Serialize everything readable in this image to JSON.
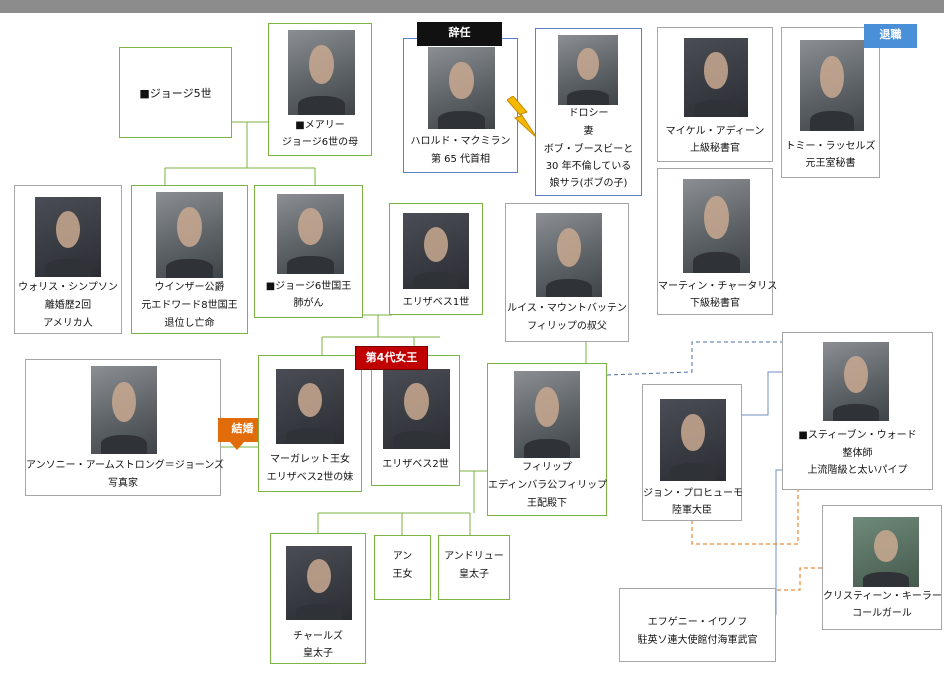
{
  "tags": {
    "resigned": "辞任",
    "queen4": "第4代女王",
    "retired": "退職",
    "married": "結婚"
  },
  "people": {
    "george5": {
      "line1": "■ジョージ5世"
    },
    "mary": {
      "line1": "■メアリー",
      "line2": "ジョージ6世の母"
    },
    "macmillan": {
      "line1": "ハロルド・マクミラン",
      "line2": "第 65 代首相"
    },
    "dorothy": {
      "line1": "ドロシー",
      "line2": "妻",
      "line3": "ボブ・ブースビーと",
      "line4": "30 年不倫している",
      "line5": "娘サラ(ボブの子)"
    },
    "adeane": {
      "line1": "マイケル・アディーン",
      "line2": "上級秘書官"
    },
    "lascelles": {
      "line1": "トミー・ラッセルズ",
      "line2": "元王室秘書"
    },
    "simpson": {
      "line1": "ウォリス・シンプソン",
      "line2": "離婚歴2回",
      "line3": "アメリカ人"
    },
    "windsor": {
      "line1": "ウインザー公爵",
      "line2": "元エドワード8世国王",
      "line3": "退位し亡命"
    },
    "george6": {
      "line1": "■ジョージ6世国王",
      "line2": "肺がん"
    },
    "elizabeth1": {
      "line1": "エリザベス1世"
    },
    "mountbatten": {
      "line1": "ルイス・マウントバッテン",
      "line2": "フィリップの叔父"
    },
    "charteris": {
      "line1": "マーティン・チャータリス",
      "line2": "下級秘書官"
    },
    "armstrong": {
      "line1": "アンソニー・アームストロング＝ジョーンズ",
      "line2": "写真家"
    },
    "margaret": {
      "line1": "マーガレット王女",
      "line2": "エリザベス2世の妹"
    },
    "elizabeth2": {
      "line1": "エリザベス2世"
    },
    "philip": {
      "line1": "フィリップ",
      "line2": "エディンバラ公フィリップ",
      "line3": "王配殿下"
    },
    "profumo": {
      "line1": "ジョン・プロヒューモ",
      "line2": "陸軍大臣"
    },
    "ward": {
      "line1": "■スティーブン・ウォード",
      "line2": "整体師",
      "line3": "上流階級と太いパイプ"
    },
    "keeler": {
      "line1": "クリスティーン・キーラー",
      "line2": "コールガール"
    },
    "ivanov": {
      "line1": "エフゲニー・イワノフ",
      "line2": "駐英ソ連大使館付海軍武官"
    },
    "charles": {
      "line1": "チャールズ",
      "line2": "皇太子"
    },
    "anne": {
      "line1": "アン",
      "line2": "王女"
    },
    "andrew": {
      "line1": "アンドリュー",
      "line2": "皇太子"
    }
  },
  "colors": {
    "green_border": "#7cb342",
    "gray_border": "#a6a6a6",
    "blue_border": "#5b7fc8",
    "dashed_blue": "#4a6fa5",
    "dashed_orange": "#e36c0a",
    "lightning": "#f5b800"
  }
}
